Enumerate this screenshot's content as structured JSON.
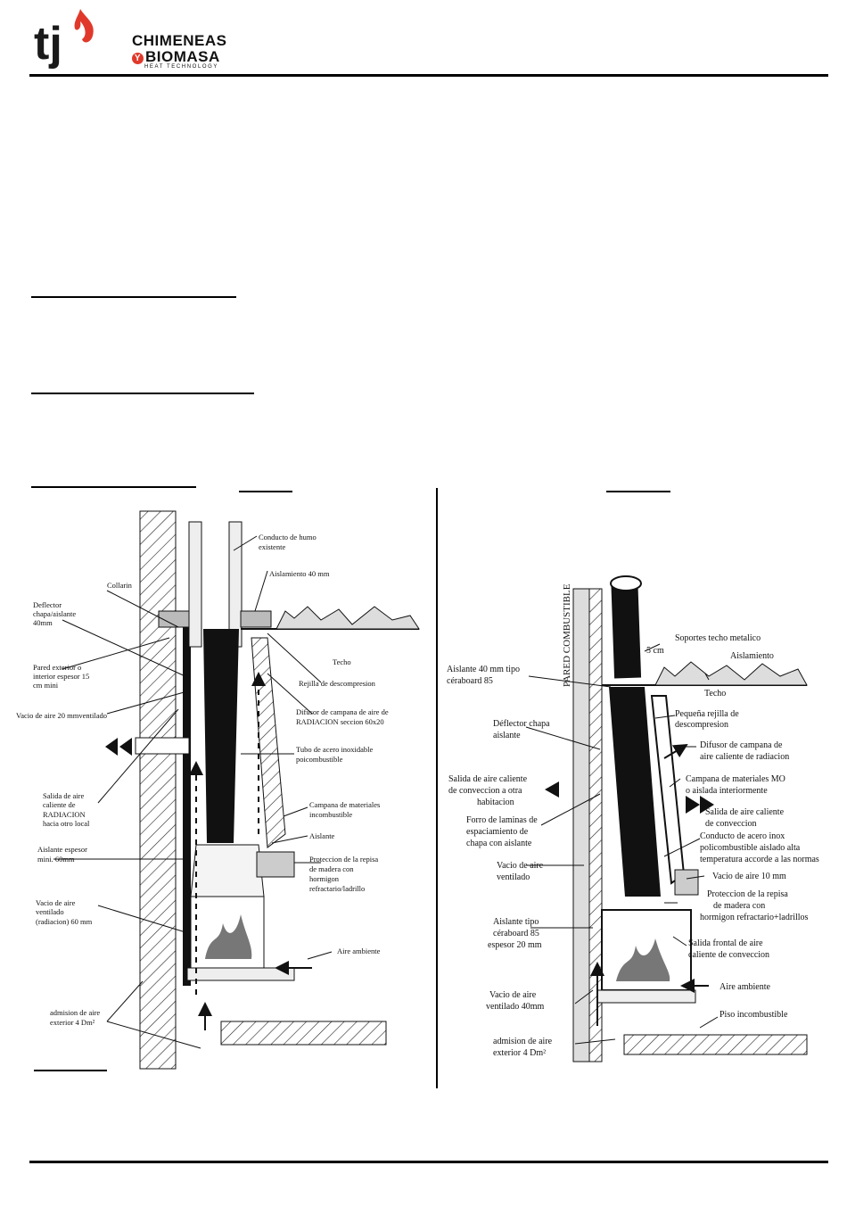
{
  "header": {
    "brand_line1": "CHIMENEAS",
    "brand_line2": "BIOMASA",
    "brand_tagline": "HEAT TECHNOLOGY",
    "logo_letters": "tj",
    "colors": {
      "brand_red": "#e0392b",
      "brand_dark": "#1a1a1a"
    }
  },
  "left_diagram": {
    "labels": {
      "conducto_humo": [
        "Conducto de humo",
        "existente"
      ],
      "aislamiento": "Aislamiento 40 mm",
      "collarin": "Collarin",
      "deflector": [
        "Deflector",
        "chapa/aislante",
        "40mm"
      ],
      "techo": "Techo",
      "pared": [
        "Pared exterior o",
        "interior espesor 15",
        "cm mini"
      ],
      "rejilla": "Rejilla de descompresion",
      "vacio_aire": "Vacio de aire 20 mmventilado",
      "difusor": [
        "Difusor de campana de aire de",
        "RADIACION seccion 60x20"
      ],
      "tubo_acero": [
        "Tubo de acero inoxidable",
        "poicombustible"
      ],
      "salida_radiacion": [
        "Salida de aire",
        "caliente de",
        "RADIACION",
        "hacia otro local"
      ],
      "campana": [
        "Campana de materiales",
        "incombustible"
      ],
      "aislante": "Aislante",
      "aislante_espesor": [
        "Aislante espesor",
        "mini. 60mm"
      ],
      "proteccion": [
        "Proteccion de la repisa",
        "de madera con",
        "hormigon",
        "refractario/ladrillo"
      ],
      "vacio_ventilado": [
        "Vacio de aire",
        "ventilado",
        "(radiacion) 60 mm"
      ],
      "aire_ambiente": "Aire ambiente",
      "admision": [
        "admision de aire",
        "exterior 4 Dm²"
      ]
    }
  },
  "right_diagram": {
    "labels": {
      "pared_combustible": "PARED COMBUSTIBLE",
      "cinco_cm": "5 cm",
      "soportes": "Soportes techo metalico",
      "aislamiento": "Aislamiento",
      "techo": "Techo",
      "aislante_ceraboard": [
        "Aislante 40 mm tipo",
        "céraboard 85"
      ],
      "pequena_rejilla": [
        "Pequeña rejilla de",
        "descompresion"
      ],
      "deflector": [
        "Déflector chapa",
        "aislante"
      ],
      "difusor": [
        "Difusor de campana de",
        "aire caliente de radiacion"
      ],
      "salida_conveccion_otra": [
        "Salida de aire caliente",
        "de conveccion a otra",
        "habitacion"
      ],
      "campana_mo": [
        "Campana de materiales MO",
        "o aislada interiormente"
      ],
      "salida_conveccion": [
        "Salida de aire caliente",
        "de conveccion"
      ],
      "forro": [
        "Forro de laminas de",
        "espaciamiento de",
        "chapa con aislante"
      ],
      "conducto_inox": [
        "Conducto de acero inox",
        "policombustible  aislado alta",
        "temperatura accorde a las normas"
      ],
      "vacio_10": "Vacio de aire 10 mm",
      "vacio_ventilado": [
        "Vacio de aire",
        "ventilado"
      ],
      "proteccion": [
        "Proteccion de la repisa",
        "de madera con",
        "hormigon refractario+ladrillos"
      ],
      "aislante_tipo": [
        "Aislante tipo",
        "céraboard 85",
        "espesor 20 mm"
      ],
      "salida_frontal": [
        "Salida frontal de aire",
        "caliente de conveccion"
      ],
      "aire_ambiente": "Aire ambiente",
      "vacio_40": [
        "Vacio de aire",
        "ventilado 40mm"
      ],
      "piso": "Piso incombustible",
      "admision": [
        "admision de aire",
        "exterior 4 Dm²"
      ]
    }
  }
}
